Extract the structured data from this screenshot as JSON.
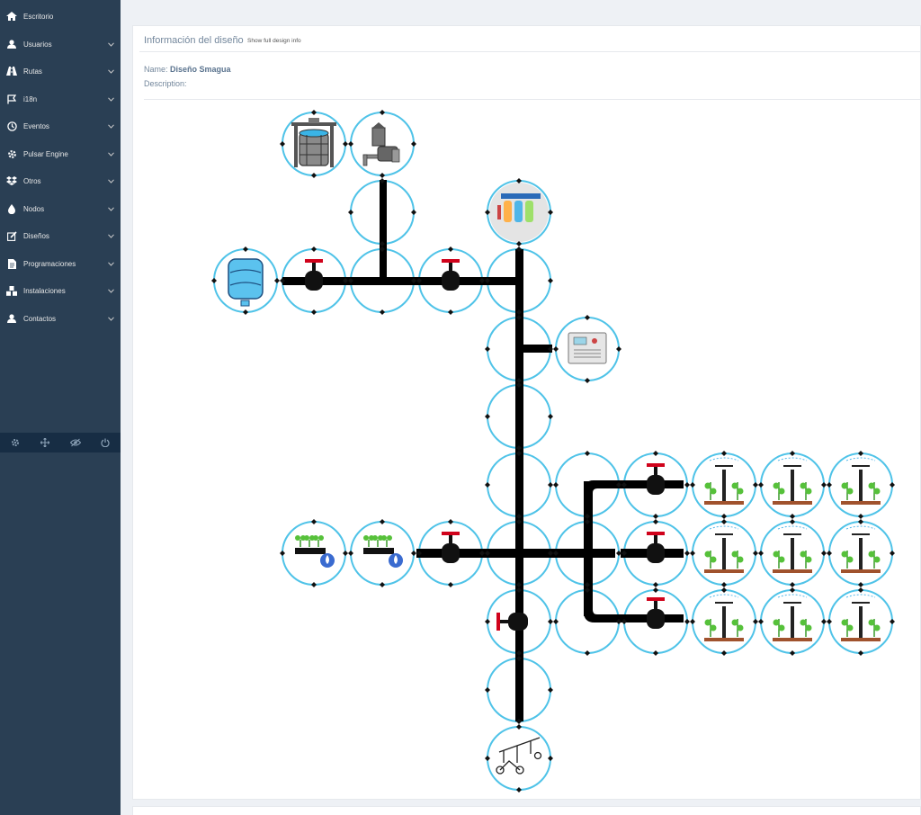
{
  "sidebar": {
    "items": [
      {
        "label": "Escritorio",
        "icon": "home-icon",
        "chevron": false
      },
      {
        "label": "Usuarios",
        "icon": "user-icon",
        "chevron": true
      },
      {
        "label": "Rutas",
        "icon": "road-icon",
        "chevron": true
      },
      {
        "label": "i18n",
        "icon": "flag-icon",
        "chevron": true
      },
      {
        "label": "Eventos",
        "icon": "clock-icon",
        "chevron": true
      },
      {
        "label": "Pulsar Engine",
        "icon": "gear-icon",
        "chevron": true
      },
      {
        "label": "Otros",
        "icon": "dropbox-icon",
        "chevron": true
      },
      {
        "label": "Nodos",
        "icon": "drop-icon",
        "chevron": true
      },
      {
        "label": "Diseños",
        "icon": "edit-icon",
        "chevron": true
      },
      {
        "label": "Programaciones",
        "icon": "file-icon",
        "chevron": true
      },
      {
        "label": "Instalaciones",
        "icon": "cubes-icon",
        "chevron": true
      },
      {
        "label": "Contactos",
        "icon": "user-icon",
        "chevron": true
      }
    ],
    "footer": [
      "settings-icon",
      "fullscreen-icon",
      "hide-icon",
      "power-icon"
    ]
  },
  "panel": {
    "title": "Información del diseño",
    "link": "Show full design info",
    "name_label": "Name:",
    "name_value": "Diseño Smagua",
    "description_label": "Description:",
    "description_value": ""
  },
  "colors": {
    "sidebar": "#2a3f54",
    "node_border": "#4fc3e8",
    "pipe": "#000000",
    "valve_handle": "#d0021b"
  }
}
